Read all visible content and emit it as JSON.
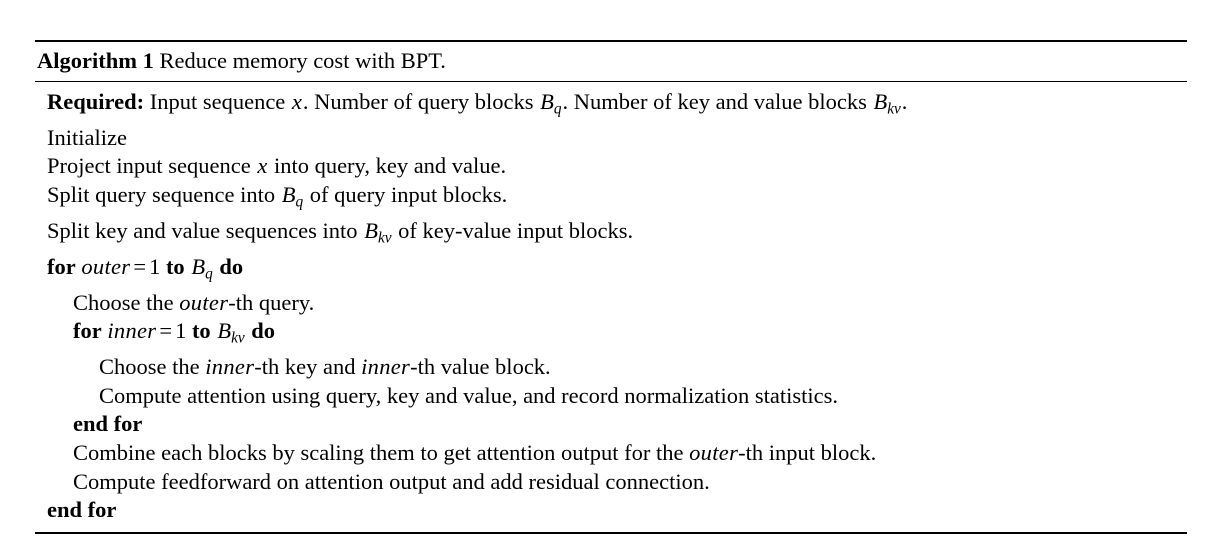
{
  "figure": {
    "name": "algorithm-block",
    "caption_prefix": "Algorithm 1",
    "caption_text": " Reduce memory cost with BPT.",
    "symbols": {
      "B_q": "B",
      "B_q_sub": "q",
      "B_kv": "B",
      "B_kv_sub": "kv",
      "x": "x",
      "outer": "outer",
      "inner": "inner",
      "one": "1",
      "equals": "=",
      "for": "for",
      "to": "to",
      "do": "do",
      "end_for": "end for",
      "required": "Required:"
    },
    "lines": [
      {
        "id": "line-required",
        "indent": 0,
        "text": "Required: Input sequence x. Number of query blocks B_q. Number of key and value blocks B_kv."
      },
      {
        "id": "line-initialize",
        "indent": 0,
        "text": "Initialize"
      },
      {
        "id": "line-project",
        "indent": 0,
        "text": "Project input sequence x into query, key and value."
      },
      {
        "id": "line-split-query",
        "indent": 0,
        "text": "Split query sequence into B_q of query input blocks."
      },
      {
        "id": "line-split-kv",
        "indent": 0,
        "text": "Split key and value sequences into B_kv of key-value input blocks."
      },
      {
        "id": "line-for-outer",
        "indent": 0,
        "text": "for outer = 1 to B_q do"
      },
      {
        "id": "line-choose-query",
        "indent": 1,
        "text": "Choose the outer-th query."
      },
      {
        "id": "line-for-inner",
        "indent": 1,
        "text": "for inner = 1 to B_kv do"
      },
      {
        "id": "line-choose-kv",
        "indent": 2,
        "text": "Choose the inner-th key and inner-th value block."
      },
      {
        "id": "line-compute-attention",
        "indent": 2,
        "text": "Compute attention using query, key and value, and record normalization statistics."
      },
      {
        "id": "line-end-for-inner",
        "indent": 1,
        "text": "end for"
      },
      {
        "id": "line-combine",
        "indent": 1,
        "text": "Combine each blocks by scaling them to get attention output for the outer-th input block."
      },
      {
        "id": "line-feedforward",
        "indent": 1,
        "text": "Compute feedforward on attention output and add residual connection."
      },
      {
        "id": "line-end-for-outer",
        "indent": 0,
        "text": "end for"
      }
    ],
    "fragments": {
      "required_label": "Required:",
      "required_rest_a": " Input sequence ",
      "required_rest_b": ". Number of query blocks ",
      "required_rest_c": ". Number of key and value blocks ",
      "required_rest_d": ".",
      "initialize": "Initialize",
      "project_a": "Project input sequence ",
      "project_b": " into query, key and value.",
      "split_query_a": "Split query sequence into ",
      "split_query_b": " of query input blocks.",
      "split_kv_a": "Split key and value sequences into ",
      "split_kv_b": " of key-value input blocks.",
      "choose_query_a": "Choose the ",
      "choose_query_b": "-th query.",
      "choose_kv_a": "Choose the ",
      "choose_kv_b": "-th key and ",
      "choose_kv_c": "-th value block.",
      "compute_attention": "Compute attention using query, key and value, and record normalization statistics.",
      "combine_a": "Combine each blocks by scaling them to get attention output for the ",
      "combine_b": "-th input block.",
      "feedforward": "Compute feedforward on attention output and add residual connection."
    },
    "colors": {
      "text": "#000000",
      "background": "#ffffff",
      "rule": "#000000"
    }
  }
}
